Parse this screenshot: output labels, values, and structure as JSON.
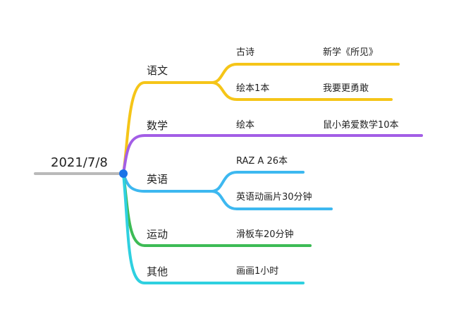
{
  "root": {
    "label": "2021/7/8"
  },
  "colors": {
    "root": "#b9b9b9",
    "dot": "#1a73e8",
    "chinese": "#f5c518",
    "math": "#a35ee6",
    "english": "#3db8f0",
    "sport": "#3dbb55",
    "other": "#2fd0e0"
  },
  "branches": {
    "chinese": {
      "label": "语文",
      "children": [
        {
          "label": "古诗",
          "detail": "新学《所见》"
        },
        {
          "label": "绘本1本",
          "detail": "我要更勇敢"
        }
      ]
    },
    "math": {
      "label": "数学",
      "children": [
        {
          "label": "绘本",
          "detail": "鼠小弟爱数学10本"
        }
      ]
    },
    "english": {
      "label": "英语",
      "children": [
        {
          "label": "RAZ A 26本"
        },
        {
          "label": "英语动画片30分钟"
        }
      ]
    },
    "sport": {
      "label": "运动",
      "children": [
        {
          "label": "滑板车20分钟"
        }
      ]
    },
    "other": {
      "label": "其他",
      "children": [
        {
          "label": "画画1小时"
        }
      ]
    }
  }
}
